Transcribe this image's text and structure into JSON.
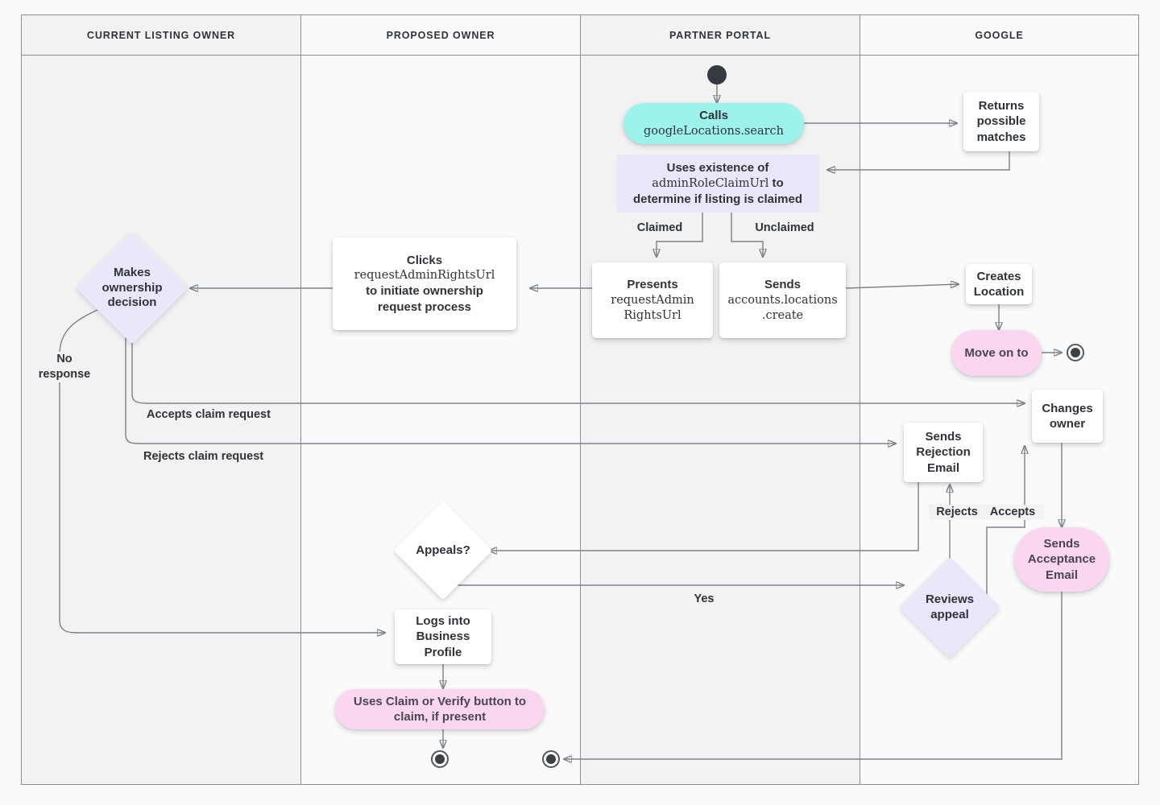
{
  "diagram": {
    "title": "Business Profile listing ownership transfer flow",
    "colors": {
      "cyan": "#9df3ec",
      "pink": "#fbd6f1",
      "lavender": "#ebe7fb",
      "white": "#ffffff",
      "stroke": "#7b8189",
      "frame": "#8d9197",
      "lane_alt": "#f2f2f2",
      "lane_plain": "#fafafa",
      "text": "#2f3338"
    }
  },
  "lanes": [
    {
      "id": "current-listing-owner",
      "label": "CURRENT LISTING OWNER"
    },
    {
      "id": "proposed-owner",
      "label": "PROPOSED OWNER"
    },
    {
      "id": "partner-portal",
      "label": "PARTNER PORTAL"
    },
    {
      "id": "google",
      "label": "GOOGLE"
    }
  ],
  "nodes": {
    "start_partner": {
      "type": "start",
      "lane": "partner-portal"
    },
    "calls_search": {
      "type": "pill-cyan",
      "lane": "partner-portal",
      "line1": "Calls",
      "line2": "googleLocations.search"
    },
    "returns_matches": {
      "type": "box",
      "lane": "google",
      "label": "Returns\npossible\nmatches"
    },
    "uses_existence": {
      "type": "box-lavender",
      "lane": "partner-portal",
      "line1": "Uses existence of",
      "line2": "adminRoleClaimUrl",
      "line3": " to",
      "line4": "determine if listing is claimed"
    },
    "presents_url": {
      "type": "box",
      "lane": "partner-portal",
      "line1": "Presents",
      "line2": "requestAdmin",
      "line3": "RightsUrl"
    },
    "sends_create": {
      "type": "box",
      "lane": "partner-portal",
      "line1": "Sends",
      "line2": "accounts.locations",
      "line3": ".create"
    },
    "creates_location": {
      "type": "box",
      "lane": "google",
      "label": "Creates\nLocation"
    },
    "move_on_to": {
      "type": "pill-pink",
      "lane": "google",
      "label": "Move on to"
    },
    "end_google": {
      "type": "end",
      "lane": "google"
    },
    "clicks_request": {
      "type": "box",
      "lane": "proposed-owner",
      "line1": "Clicks",
      "line2": "requestAdminRightsUrl",
      "line3": "to initiate ownership",
      "line4": "request process"
    },
    "makes_decision": {
      "type": "diamond-lavender",
      "lane": "current-listing-owner",
      "label": "Makes\nownership\ndecision"
    },
    "changes_owner": {
      "type": "box",
      "lane": "google",
      "label": "Changes\nowner"
    },
    "sends_rejection": {
      "type": "box",
      "lane": "google",
      "label": "Sends\nRejection\nEmail"
    },
    "sends_acceptance": {
      "type": "pill-pink",
      "lane": "google",
      "label": "Sends\nAcceptance\nEmail"
    },
    "reviews_appeal": {
      "type": "diamond-lavender",
      "lane": "google",
      "label": "Reviews\nappeal"
    },
    "appeals": {
      "type": "diamond-white",
      "lane": "proposed-owner",
      "label": "Appeals?"
    },
    "logs_in": {
      "type": "box",
      "lane": "proposed-owner",
      "label": "Logs into\nBusiness\nProfile"
    },
    "uses_claim_button": {
      "type": "pill-pink",
      "lane": "proposed-owner",
      "label": "Uses Claim or Verify button to\nclaim, if present"
    },
    "end_proposed": {
      "type": "end",
      "lane": "proposed-owner"
    },
    "end_partner": {
      "type": "end",
      "lane": "partner-portal"
    }
  },
  "edge_labels": {
    "claimed": "Claimed",
    "unclaimed": "Unclaimed",
    "no_response": "No\nresponse",
    "accepts_claim": "Accepts claim request",
    "rejects_claim": "Rejects claim request",
    "rejects": "Rejects",
    "accepts": "Accepts",
    "yes": "Yes"
  }
}
